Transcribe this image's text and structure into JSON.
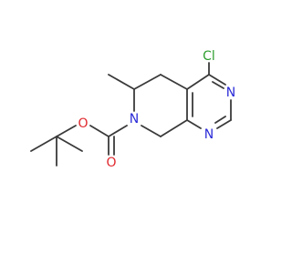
{
  "molecule": {
    "atoms": {
      "chlorine": {
        "label": "Cl",
        "color": "#2e9e2e"
      },
      "pyrimidine_n3": {
        "label": "N",
        "color": "#2b2bd8"
      },
      "pyrimidine_n1": {
        "label": "N",
        "color": "#2b2bd8"
      },
      "ring_n7": {
        "label": "N",
        "color": "#2b2bd8"
      },
      "ester_oxygen": {
        "label": "O",
        "color": "#e0282e"
      },
      "carbonyl_oxygen": {
        "label": "O",
        "color": "#e0282e"
      }
    }
  }
}
